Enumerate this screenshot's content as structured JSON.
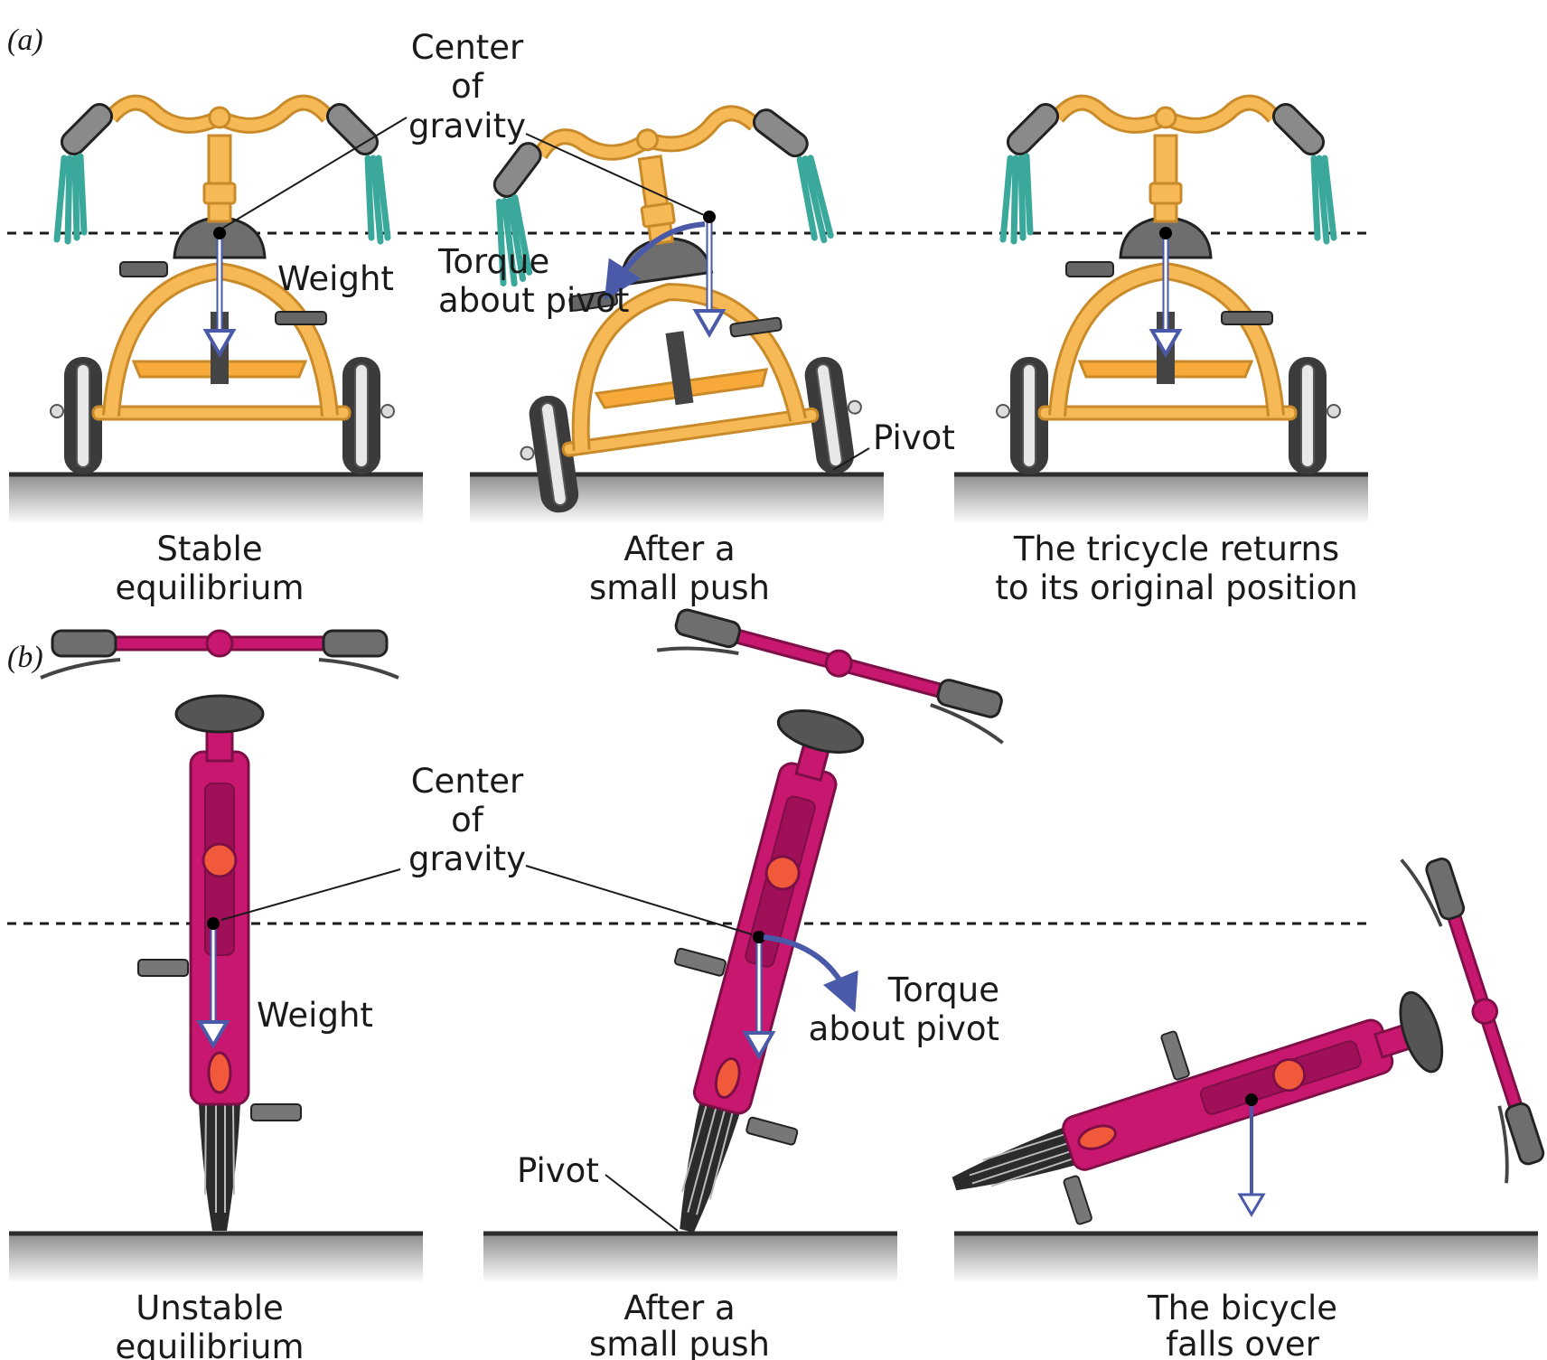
{
  "part_a": {
    "label": "(a)",
    "center_of_gravity": [
      "Center",
      "of",
      "gravity"
    ],
    "weight": "Weight",
    "torque": [
      "Torque",
      "about pivot"
    ],
    "pivot": "Pivot",
    "captions": [
      [
        "Stable",
        "equilibrium"
      ],
      [
        "After a",
        "small push"
      ],
      [
        "The tricycle returns",
        "to its original position"
      ]
    ]
  },
  "part_b": {
    "label": "(b)",
    "center_of_gravity": [
      "Center",
      "of",
      "gravity"
    ],
    "weight": "Weight",
    "torque": [
      "Torque",
      "about pivot"
    ],
    "pivot": "Pivot",
    "captions": [
      [
        "Unstable",
        "equilibrium"
      ],
      [
        "After a",
        "small push"
      ],
      [
        "The bicycle",
        "falls over"
      ]
    ]
  },
  "colors": {
    "tricycle_frame": "#f7b955",
    "tricycle_frame_stroke": "#c98a2a",
    "bicycle_frame": "#c8176f",
    "bicycle_frame_stroke": "#7d0f46",
    "arrow": "#4a5aa8",
    "tire": "#3b3b3b",
    "grip": "#8a8a8a",
    "tassel": "#3aa89a",
    "reflector": "#f05a3a",
    "ground_top": "#2d2d2d"
  }
}
